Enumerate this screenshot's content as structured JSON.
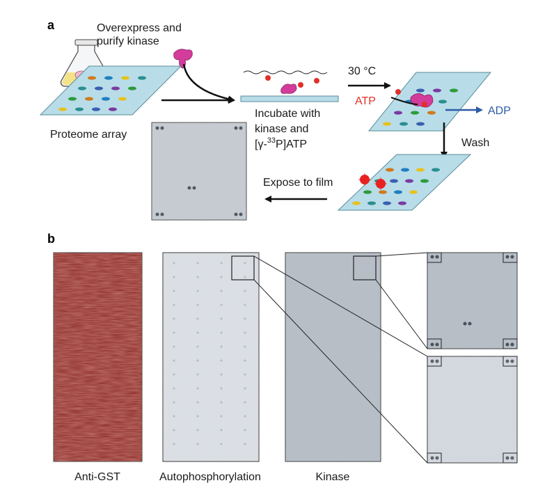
{
  "panel_a": {
    "letter": "a",
    "overexpress_line1": "Overexpress and",
    "overexpress_line2": "purify kinase",
    "proteome_array": "Proteome array",
    "temperature": "30 °C",
    "atp": "ATP",
    "adp": "ADP",
    "incubate_line1": "Incubate with",
    "incubate_line2": "kinase and",
    "incubate_line3_pre": "[γ-",
    "incubate_line3_sup": "33",
    "incubate_line3_post": "P]ATP",
    "wash": "Wash",
    "expose": "Expose to film"
  },
  "panel_b": {
    "letter": "b",
    "anti_gst": "Anti-GST",
    "autophosphorylation": "Autophosphorylation",
    "kinase": "Kinase"
  },
  "colors": {
    "array_slide": "#b8dde9",
    "phosphate_red": "#e0302a",
    "adp_blue": "#2e5aa8",
    "anti_gst_red": "#8b2a25",
    "kinase_pink": "#d43c9c"
  }
}
